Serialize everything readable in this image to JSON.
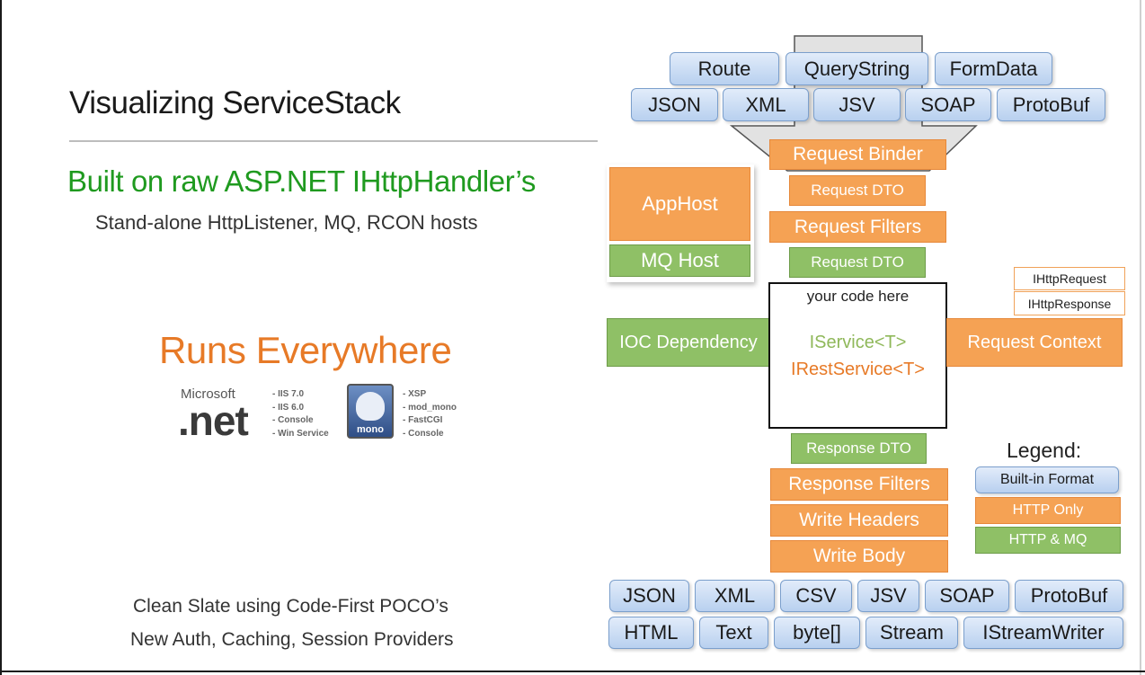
{
  "slide": {
    "title": "Visualizing ServiceStack",
    "subtitle": "Built on raw ASP.NET IHttpHandler’s",
    "subtitle2": "Stand-alone HttpListener, MQ, RCON hosts",
    "runs_everywhere": "Runs Everywhere",
    "footer_line1": "Clean Slate using Code-First POCO’s",
    "footer_line2": "New Auth, Caching, Session Providers"
  },
  "platforms": {
    "microsoft_label": "Microsoft",
    "dotnet_label": ".net",
    "dotnet_hosts": [
      "- IIS 7.0",
      "- IIS 6.0",
      "- Console",
      "- Win Service"
    ],
    "mono_label": "mono",
    "mono_hosts": [
      "- XSP",
      "- mod_mono",
      "- FastCGI",
      "- Console"
    ]
  },
  "diagram": {
    "request_inputs": [
      "Route",
      "QueryString",
      "FormData"
    ],
    "request_formats": [
      "JSON",
      "XML",
      "JSV",
      "SOAP",
      "ProtoBuf"
    ],
    "pipeline_request": [
      "Request Binder",
      "Request DTO",
      "Request Filters",
      "Request DTO"
    ],
    "hosts": [
      "AppHost",
      "MQ Host"
    ],
    "ioc": "IOC Dependency",
    "code_box": {
      "header": "your code here",
      "line1": "IService<T>",
      "line2": "IRestService<T>"
    },
    "request_context": "Request Context",
    "context_items": [
      "IHttpRequest",
      "IHttpResponse"
    ],
    "pipeline_response": [
      "Response DTO",
      "Response Filters",
      "Write Headers",
      "Write Body"
    ],
    "response_formats_row1": [
      "JSON",
      "XML",
      "CSV",
      "JSV",
      "SOAP",
      "ProtoBuf"
    ],
    "response_formats_row2": [
      "HTML",
      "Text",
      "byte[]",
      "Stream",
      "IStreamWriter"
    ]
  },
  "legend": {
    "title": "Legend:",
    "built_in": "Built-in Format",
    "http_only": "HTTP Only",
    "http_mq": "HTTP & MQ"
  },
  "colors": {
    "blue_format": "#b8d0ef",
    "http_only": "#f5a254",
    "http_mq": "#8fc066",
    "subtitle_green": "#1f9a1f",
    "runs_orange": "#e77a27"
  }
}
